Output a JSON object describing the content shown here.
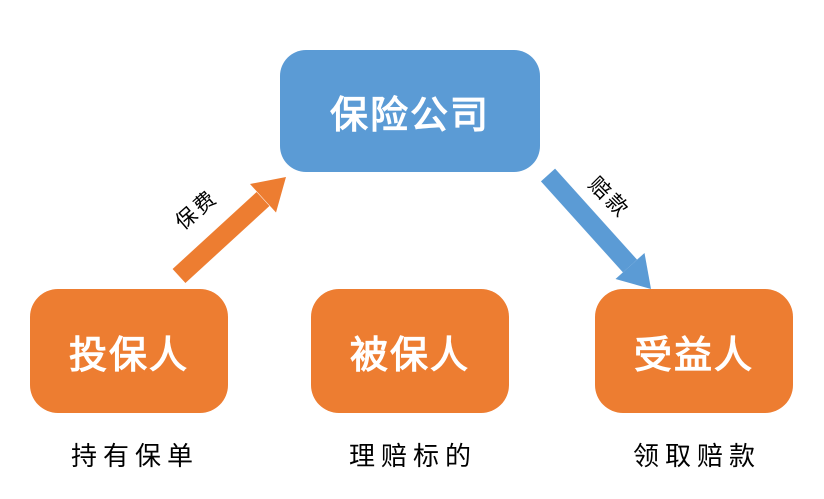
{
  "diagram": {
    "title_context": "insurance-roles-diagram",
    "top_node": {
      "label": "保险公司",
      "color": "#5B9BD5",
      "text_color": "#FFFFFF"
    },
    "bottom_nodes": [
      {
        "label": "投保人",
        "caption": "持有保单",
        "color": "#ED7D31",
        "text_color": "#FFFFFF"
      },
      {
        "label": "被保人",
        "caption": "理赔标的",
        "color": "#ED7D31",
        "text_color": "#FFFFFF"
      },
      {
        "label": "受益人",
        "caption": "领取赔款",
        "color": "#ED7D31",
        "text_color": "#FFFFFF"
      }
    ],
    "arrows": [
      {
        "label": "保费",
        "direction": "up-right",
        "from": "投保人",
        "to": "保险公司",
        "color": "#ED7D31"
      },
      {
        "label": "赔款",
        "direction": "down-right",
        "from": "保险公司",
        "to": "受益人",
        "color": "#5B9BD5"
      }
    ],
    "colors": {
      "background": "#FFFFFF",
      "orange": "#ED7D31",
      "blue": "#5B9BD5",
      "caption_text": "#000000",
      "arrow_label_text": "#000000"
    }
  }
}
